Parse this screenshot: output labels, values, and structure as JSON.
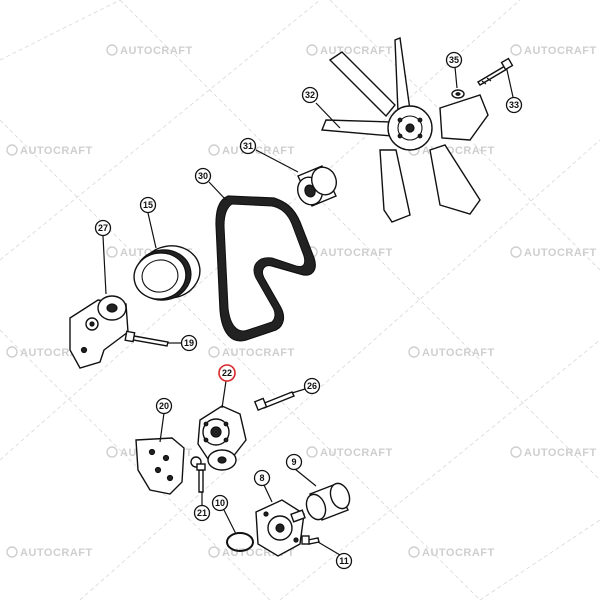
{
  "watermark": {
    "text": "AUTOCRAFT"
  },
  "callouts": [
    {
      "id": "35",
      "label": "35"
    },
    {
      "id": "33",
      "label": "33"
    },
    {
      "id": "32",
      "label": "32"
    },
    {
      "id": "31",
      "label": "31"
    },
    {
      "id": "30",
      "label": "30"
    },
    {
      "id": "15",
      "label": "15"
    },
    {
      "id": "27",
      "label": "27"
    },
    {
      "id": "19",
      "label": "19"
    },
    {
      "id": "22",
      "label": "22",
      "highlighted": true
    },
    {
      "id": "26",
      "label": "26"
    },
    {
      "id": "20",
      "label": "20"
    },
    {
      "id": "21",
      "label": "21"
    },
    {
      "id": "8",
      "label": "8"
    },
    {
      "id": "9",
      "label": "9"
    },
    {
      "id": "10",
      "label": "10"
    },
    {
      "id": "11",
      "label": "11"
    }
  ],
  "colors": {
    "highlight": "#d9252a",
    "ink": "#111111",
    "watermark": "#cfcfcf"
  }
}
